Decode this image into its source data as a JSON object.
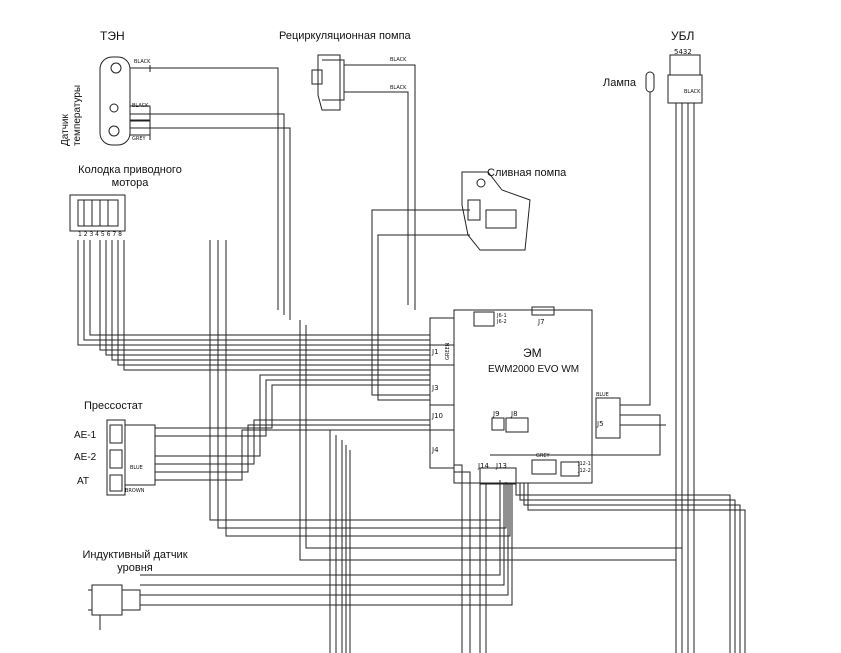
{
  "labels": {
    "ten": "ТЭН",
    "temp_sensor": "Датчик\nтемпературы",
    "recirc_pump": "Рециркуляционная помпа",
    "ubl": "УБЛ",
    "ubl_pins": "5432",
    "lamp": "Лампа",
    "drive_motor": "Колодка приводного\nмотора",
    "drain_pump": "Сливная помпа",
    "em": "ЭМ",
    "board": "EWM2000 EVO WM",
    "pressostat": "Прессостат",
    "ae1": "AE-1",
    "ae2": "AE-2",
    "at": "AT",
    "level_sensor": "Индуктивный датчик\nуровня"
  },
  "wire_tags": {
    "black": "BLACK",
    "grey": "GREY",
    "blue": "BLUE",
    "brown": "BROWN",
    "green": "GREEN"
  },
  "connectors": {
    "j1": "J1",
    "j3": "J3",
    "j4": "J4",
    "j5": "J5",
    "j7": "J7",
    "j8": "J8",
    "j9": "J9",
    "j10": "J10",
    "j13": "J13",
    "j14": "J14",
    "j6_1": "J6-1",
    "j6_2": "J6-2",
    "j12_1": "J12-1",
    "j12_2": "J12-2"
  },
  "motor_pins": "1 2 3 4 5 6 7 8"
}
